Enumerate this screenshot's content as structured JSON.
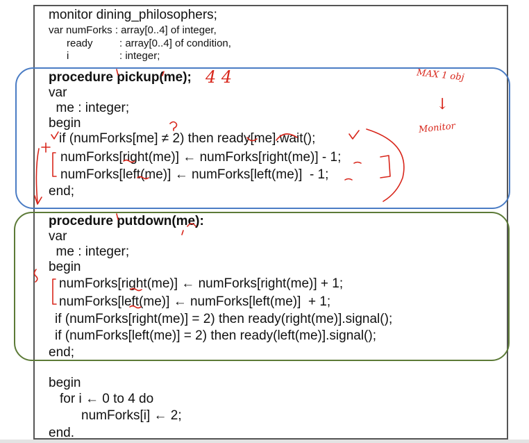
{
  "header": {
    "line1": "monitor dining_philosophers;",
    "line2": "var numForks : array[0..4] of integer,",
    "line3_name": "ready",
    "line3_type": ": array[0..4] of condition,",
    "line4_name": "i",
    "line4_type": ": integer;"
  },
  "pickup": {
    "line1": "procedure pickup(me);",
    "line2": "var",
    "line3": "  me : integer;",
    "line4": "begin",
    "line5": "if (numForks[me] ≠ 2) then ready[me].wait();",
    "line6": "numForks[right(me)] ← numForks[right(me)] - 1;",
    "line7": "numForks[left(me)] ← numForks[left(me)]  - 1;",
    "line8": "end;"
  },
  "putdown": {
    "line1": "procedure putdown(me):",
    "line2": "var",
    "line3": "  me : integer;",
    "line4": "begin",
    "line5": "numForks[right(me)] ← numForks[right(me)] + 1;",
    "line6": "numForks[left(me)] ← numForks[left(me)]  + 1;",
    "line7": "if (numForks[right(me)] = 2) then ready(right(me)].signal();",
    "line8": "if (numForks[left(me)] = 2) then ready(left(me)].signal();",
    "line9": "end;"
  },
  "main": {
    "line1": "begin",
    "line2": "for i ← 0 to 4 do",
    "line3": "numForks[i] ← 2;",
    "line4": "end."
  },
  "annotations": {
    "count": "4 4",
    "max_label": "MAX 1 obj",
    "arrow": "↓",
    "monitor_label": "Monitor"
  },
  "colors": {
    "blue_frame": "#4a7cc4",
    "green_frame": "#5c7a37",
    "ink": "#d8261b"
  }
}
